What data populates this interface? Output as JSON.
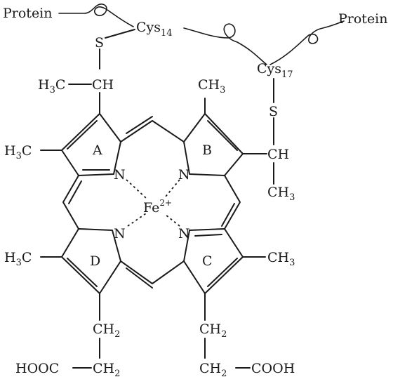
{
  "labels": {
    "protein_left": "Protein",
    "protein_right": "Protein",
    "cys14": "Cys",
    "cys14_sub": "14",
    "cys17": "Cys",
    "cys17_sub": "17",
    "s_left": "S",
    "s_right": "S",
    "ch_left": "CH",
    "h3c_top_left": "H",
    "h3c_top_left_sub": "3",
    "h3c_top_left_c": "C",
    "ch3_top_right": "CH",
    "ch3_top_right_sub": "3",
    "h3c_mid_left": "H",
    "h3c_mid_left_sub": "3",
    "h3c_mid_left_c": "C",
    "ch_right": "CH",
    "ch3_right_lower": "CH",
    "ch3_right_lower_sub": "3",
    "ring_a": "A",
    "ring_b": "B",
    "ring_c": "C",
    "ring_d": "D",
    "n_a": "N",
    "n_b": "N",
    "n_c": "N",
    "n_d": "N",
    "fe": "Fe",
    "fe_charge": "2+",
    "h3c_bottom_left": "H",
    "h3c_bottom_left_sub": "3",
    "h3c_bottom_left_c": "C",
    "ch3_bottom_right": "CH",
    "ch3_bottom_right_sub": "3",
    "ch2_left": "CH",
    "ch2_left_sub": "2",
    "ch2_right": "CH",
    "ch2_right_sub": "2",
    "hooc": "HOOC",
    "ch2_bottom_left": "CH",
    "ch2_bottom_left_sub": "2",
    "ch2_bottom_right": "CH",
    "ch2_bottom_right_sub": "2",
    "cooh": "COOH"
  }
}
